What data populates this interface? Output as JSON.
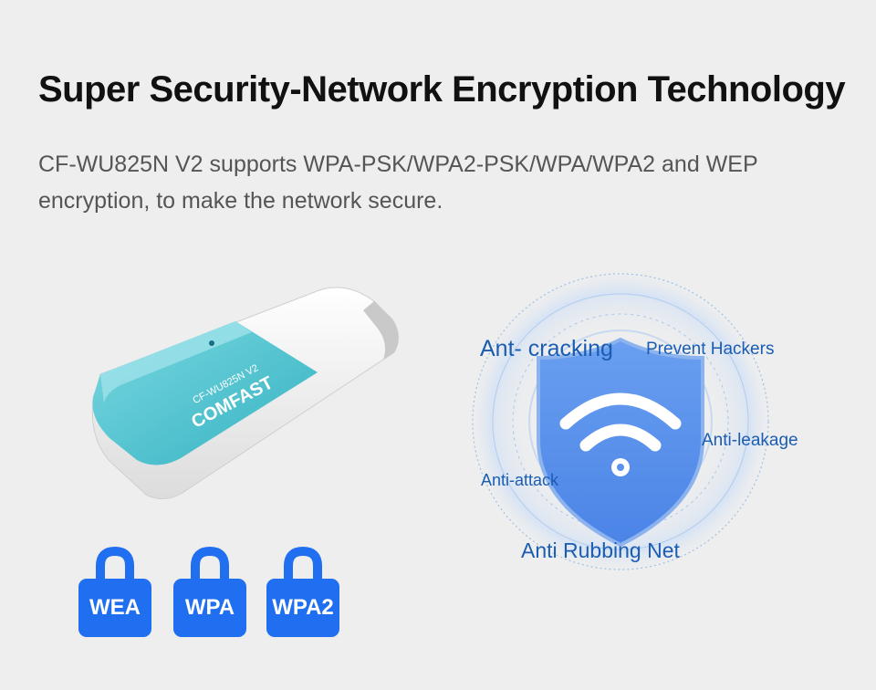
{
  "header": {
    "title": "Super Security-Network Encryption Technology",
    "description": "CF-WU825N V2 supports WPA-PSK/WPA2-PSK/WPA/WPA2 and WEP encryption, to make the network secure."
  },
  "product": {
    "brand": "COMFAST",
    "model": "CF-WU825N V2"
  },
  "locks": [
    {
      "label": "WEA"
    },
    {
      "label": "WPA"
    },
    {
      "label": "WPA2"
    }
  ],
  "shield": {
    "labels": {
      "anti_cracking": "Ant- cracking",
      "prevent_hackers": "Prevent Hackers",
      "anti_leakage": "Anti-leakage",
      "anti_attack": "Anti-attack",
      "anti_rubbing_net": "Anti Rubbing Net"
    },
    "icon": "wifi-icon"
  },
  "colors": {
    "background": "#eeeeee",
    "lock_blue": "#1f6ff0",
    "shield_blue": "#5b93ea",
    "label_blue": "#1a5db2",
    "teal": "#4cc3cf"
  }
}
